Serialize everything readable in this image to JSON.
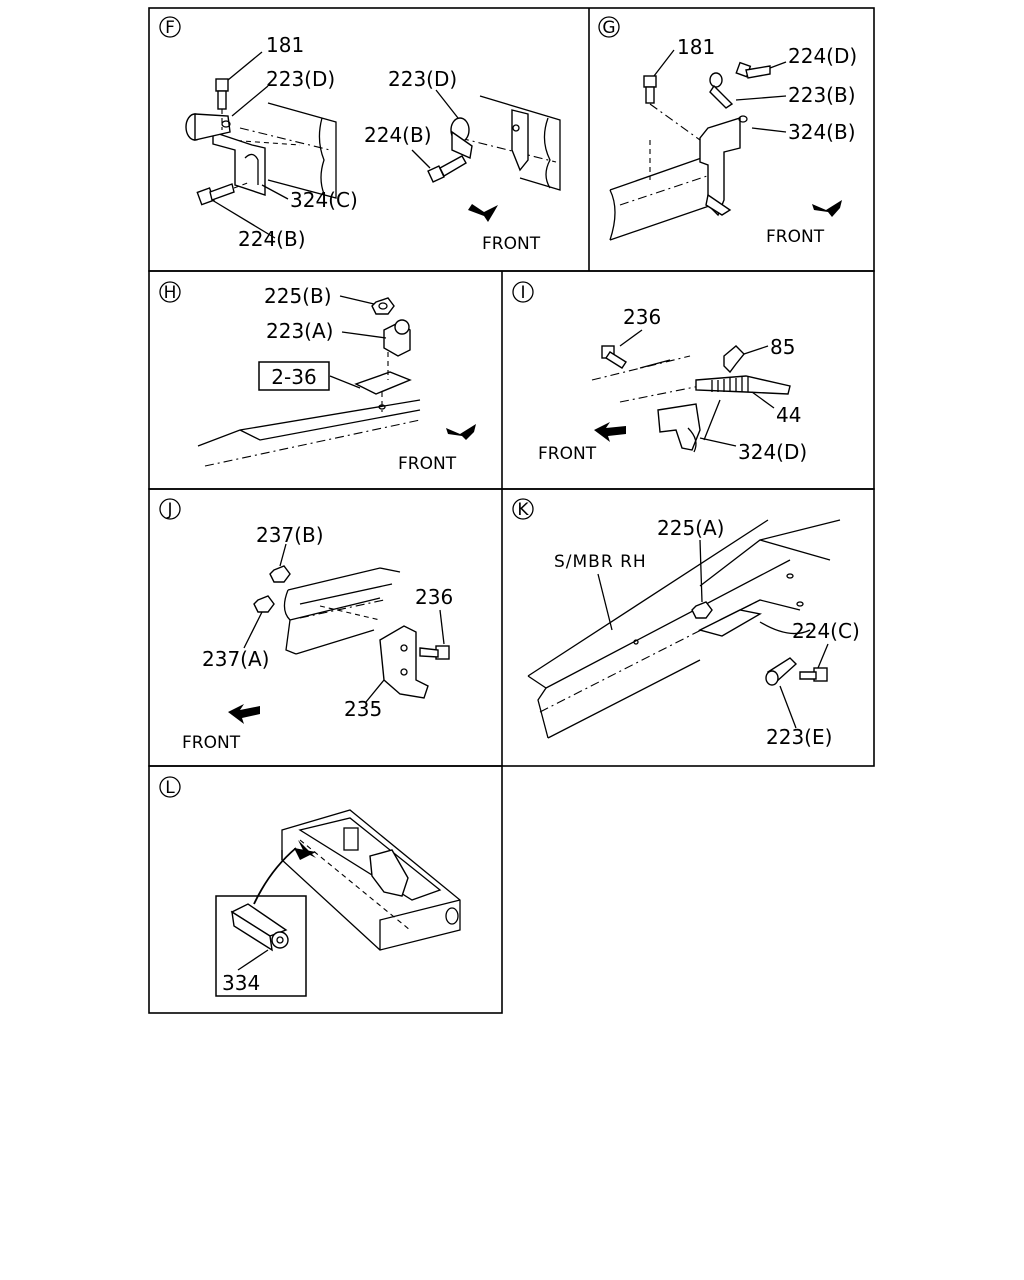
{
  "panels": {
    "F": {
      "marker": "F",
      "labels": [
        "181",
        "223(D)",
        "223(D)",
        "224(B)",
        "324(C)",
        "224(B)"
      ],
      "front": "FRONT"
    },
    "G": {
      "marker": "G",
      "labels": [
        "181",
        "224(D)",
        "223(B)",
        "324(B)"
      ],
      "front": "FRONT"
    },
    "H": {
      "marker": "H",
      "labels": [
        "225(B)",
        "223(A)"
      ],
      "ref_box": "2-36",
      "front": "FRONT"
    },
    "I": {
      "marker": "I",
      "labels": [
        "236",
        "85",
        "44",
        "324(D)"
      ],
      "front": "FRONT"
    },
    "J": {
      "marker": "J",
      "labels": [
        "237(B)",
        "236",
        "237(A)",
        "235"
      ],
      "front": "FRONT"
    },
    "K": {
      "marker": "K",
      "labels": [
        "225(A)",
        "S/MBR RH",
        "224(C)",
        "223(E)"
      ]
    },
    "L": {
      "marker": "L",
      "labels": [
        "334"
      ]
    }
  }
}
